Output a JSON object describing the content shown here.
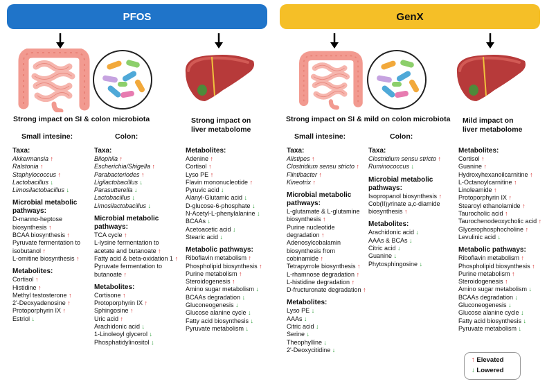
{
  "pfos": {
    "title": "PFOS",
    "microbiota_heading": "Strong impact on SI & colon microbiota",
    "liver_heading_1": "Strong impact on",
    "liver_heading_2": "liver metabolome",
    "small_intestine": {
      "heading": "Small intesine:",
      "taxa_label": "Taxa:",
      "taxa": [
        {
          "t": "Akkermansia",
          "d": "up"
        },
        {
          "t": "Ralstonia",
          "d": "up"
        },
        {
          "t": "Staphylococcus",
          "d": "up"
        },
        {
          "t": "Lactobacillus",
          "d": "down"
        },
        {
          "t": "Limosilactobacillus",
          "d": "down"
        }
      ],
      "pathways_label_1": "Microbial metabolic",
      "pathways_label_2": "pathways:",
      "pathways": [
        {
          "l": [
            "D-manno-heptose",
            "biosynthesis"
          ],
          "d": "up"
        },
        {
          "l": [
            "BCAA biosynthesis"
          ],
          "d": "up"
        },
        {
          "l": [
            "Pyruvate fermentation to",
            "isobutanol"
          ],
          "d": "up"
        },
        {
          "l": [
            "L-ornitine biosynthesis"
          ],
          "d": "up"
        }
      ],
      "metabolites_label": "Metabolites:",
      "metabolites": [
        {
          "t": "Cortisol",
          "d": "up"
        },
        {
          "t": "Histidine",
          "d": "up"
        },
        {
          "t": "Methyl testosterone",
          "d": "up"
        },
        {
          "t": "2'-Deoxyadenosine",
          "d": "up"
        },
        {
          "t": "Protoporphyrin IX",
          "d": "up"
        },
        {
          "t": "Estriol",
          "d": "down"
        }
      ]
    },
    "colon": {
      "heading": "Colon:",
      "taxa_label": "Taxa:",
      "taxa": [
        {
          "t": "Bilophila",
          "d": "up"
        },
        {
          "t": "Escherichia/Shigella",
          "d": "up"
        },
        {
          "t": "Parabacteriodes",
          "d": "up"
        },
        {
          "t": "Ligilactobacillus",
          "d": "down"
        },
        {
          "t": "Parasutterella",
          "d": "down"
        },
        {
          "t": "Lactobacillus",
          "d": "down"
        },
        {
          "t": "Limosilactobacillus",
          "d": "down"
        }
      ],
      "pathways_label_1": "Microbial metabolic",
      "pathways_label_2": "pathways:",
      "pathways": [
        {
          "l": [
            "TCA cycle"
          ],
          "d": "up"
        },
        {
          "l": [
            "L-lysine fermentation to",
            "acetate and butanoate"
          ],
          "d": "up"
        },
        {
          "l": [
            "Fatty acid & beta-oxidation 1"
          ],
          "d": "up"
        },
        {
          "l": [
            "Pyruvate fermentation to",
            "butanoate"
          ],
          "d": "up"
        }
      ],
      "metabolites_label": "Metabolites:",
      "metabolites": [
        {
          "t": "Cortisone",
          "d": "up"
        },
        {
          "t": "Protoporphyrin IX",
          "d": "up"
        },
        {
          "t": "Sphingosine",
          "d": "up"
        },
        {
          "t": "Uric acid",
          "d": "up"
        },
        {
          "t": "Arachidonic acid",
          "d": "down"
        },
        {
          "t": "1-Linoleoyl glycerol",
          "d": "down"
        },
        {
          "t": "Phosphatidylinositol",
          "d": "down"
        }
      ]
    },
    "liver": {
      "metabolites_label": "Metabolites:",
      "metabolites": [
        {
          "t": "Adenine",
          "d": "up"
        },
        {
          "t": "Cortisol",
          "d": "up"
        },
        {
          "t": "Lyso PE",
          "d": "up"
        },
        {
          "t": "Flavin mononucleotide",
          "d": "up"
        },
        {
          "t": "Pyruvic acid",
          "d": "down"
        },
        {
          "t": "Alanyl-Glutamic acid",
          "d": "down"
        },
        {
          "t": "D-glucose-6-phosphate",
          "d": "down"
        },
        {
          "t": "N-Acetyl-L-phenylalanine",
          "d": "down"
        },
        {
          "t": "BCAAs",
          "d": "down"
        },
        {
          "t": "Acetoacetic acid",
          "d": "down"
        },
        {
          "t": "Stearic acid",
          "d": "down"
        }
      ],
      "pathways_label": "Metabolic pathways:",
      "pathways": [
        {
          "t": "Riboflavin metabolism",
          "d": "up"
        },
        {
          "t": "Phospholipid biosynthesis",
          "d": "up"
        },
        {
          "t": "Purine metabolism",
          "d": "up"
        },
        {
          "t": "Steroidogenesis",
          "d": "up"
        },
        {
          "t": "Amino sugar metabolism",
          "d": "down"
        },
        {
          "t": "BCAAs degradation",
          "d": "down"
        },
        {
          "t": "Gluconeogenesis",
          "d": "down"
        },
        {
          "t": "Glucose alanine cycle",
          "d": "down"
        },
        {
          "t": "Fatty acid biosynthesis",
          "d": "down"
        },
        {
          "t": "Pyruvate metabolism",
          "d": "down"
        }
      ]
    }
  },
  "genx": {
    "title": "GenX",
    "microbiota_heading": "Strong impact on SI & mild on colon microbiota",
    "liver_heading_1": "Mild impact on",
    "liver_heading_2": "liver metabolome",
    "small_intestine": {
      "heading": "Small intesine:",
      "taxa_label": "Taxa:",
      "taxa": [
        {
          "t": "Alistipes",
          "d": "up"
        },
        {
          "t": "Clostridium sensu stricto",
          "d": "up"
        },
        {
          "t": "Flintibacter",
          "d": "up"
        },
        {
          "t": "Kineotrix",
          "d": "up"
        }
      ],
      "pathways_label_1": "Microbial metabolic",
      "pathways_label_2": "pathways:",
      "pathways": [
        {
          "l": [
            "L-glutamate & L-glutamine",
            "biosynthesis"
          ],
          "d": "up"
        },
        {
          "l": [
            "Purine nucleotide",
            "degradation"
          ],
          "d": "up"
        },
        {
          "l": [
            "Adenosylcobalamin",
            "biosynthesis from",
            "cobinamide"
          ],
          "d": "up"
        },
        {
          "l": [
            "Tetrapyrrole biosynthesis"
          ],
          "d": "up"
        },
        {
          "l": [
            "L-rhamnose degradation"
          ],
          "d": "up"
        },
        {
          "l": [
            "L-histidine degradation"
          ],
          "d": "up"
        },
        {
          "l": [
            "D-fructuronate degradation"
          ],
          "d": "up"
        }
      ],
      "metabolites_label": "Metabolites:",
      "metabolites": [
        {
          "t": "Lyso PE",
          "d": "down"
        },
        {
          "t": "AAAs",
          "d": "down"
        },
        {
          "t": "Citric acid",
          "d": "down"
        },
        {
          "t": "Serine",
          "d": "down"
        },
        {
          "t": "Theophylline",
          "d": "down"
        },
        {
          "t": "2'-Deoxycitidine",
          "d": "down"
        }
      ]
    },
    "colon": {
      "heading": "Colon:",
      "taxa_label": "Taxa:",
      "taxa": [
        {
          "t": "Clostridium sensu stricto",
          "d": "up"
        },
        {
          "t": "Ruminococcus",
          "d": "down"
        }
      ],
      "pathways_label_1": "Microbial metabolic",
      "pathways_label_2": "pathways:",
      "pathways": [
        {
          "l": [
            "Isopropanol biosynthesis"
          ],
          "d": "up"
        },
        {
          "l": [
            "Cob(II)yrinate a,c-diamide",
            "biosynthesis"
          ],
          "d": "up"
        }
      ],
      "metabolites_label": "Metabolites:",
      "metabolites": [
        {
          "t": "Arachidonic acid",
          "d": "down"
        },
        {
          "t": "AAAs & BCAs",
          "d": "down"
        },
        {
          "t": "Citric acid",
          "d": "down"
        },
        {
          "t": "Guanine",
          "d": "down"
        },
        {
          "t": "Phytosphingosine",
          "d": "down"
        }
      ]
    },
    "liver": {
      "metabolites_label": "Metabolites:",
      "metabolites": [
        {
          "t": "Cortisol",
          "d": "up"
        },
        {
          "t": "Guanine",
          "d": "up"
        },
        {
          "t": "Hydroxyhexanoilcarnitine",
          "d": "up"
        },
        {
          "t": "L-Octanoylcarnitine",
          "d": "up"
        },
        {
          "t": "Linoleamide",
          "d": "up"
        },
        {
          "t": "Protoporphyrin IX",
          "d": "up"
        },
        {
          "t": "Stearoyl ethanolamide",
          "d": "up"
        },
        {
          "t": "Taurocholic acid",
          "d": "up"
        },
        {
          "t": "Taurochenodeoxycholic acid",
          "d": "up"
        },
        {
          "t": "Glycerophosphocholine",
          "d": "up"
        },
        {
          "t": "Levulinic acid",
          "d": "down"
        }
      ],
      "pathways_label": "Metabolic pathways:",
      "pathways": [
        {
          "t": "Riboflavin metabolism",
          "d": "up"
        },
        {
          "t": "Phospholipid biosynthesis",
          "d": "up"
        },
        {
          "t": "Purine metabolism",
          "d": "up"
        },
        {
          "t": "Steroidogenesis",
          "d": "up"
        },
        {
          "t": "Amino sugar metabolism",
          "d": "down"
        },
        {
          "t": "BCAAs degradation",
          "d": "down"
        },
        {
          "t": "Gluconeogenesis",
          "d": "down"
        },
        {
          "t": "Glucose alanine cycle",
          "d": "down"
        },
        {
          "t": "Fatty acid biosynthesis",
          "d": "down"
        },
        {
          "t": "Pyruvate metabolism",
          "d": "down"
        }
      ]
    }
  },
  "legend": {
    "elevated": "Elevated",
    "lowered": "Lowered",
    "elevated_color": "#d32a2a",
    "lowered_color": "#2e9e3a"
  },
  "colors": {
    "pfos_banner": "#1f74c9",
    "genx_banner": "#f5bf27"
  }
}
